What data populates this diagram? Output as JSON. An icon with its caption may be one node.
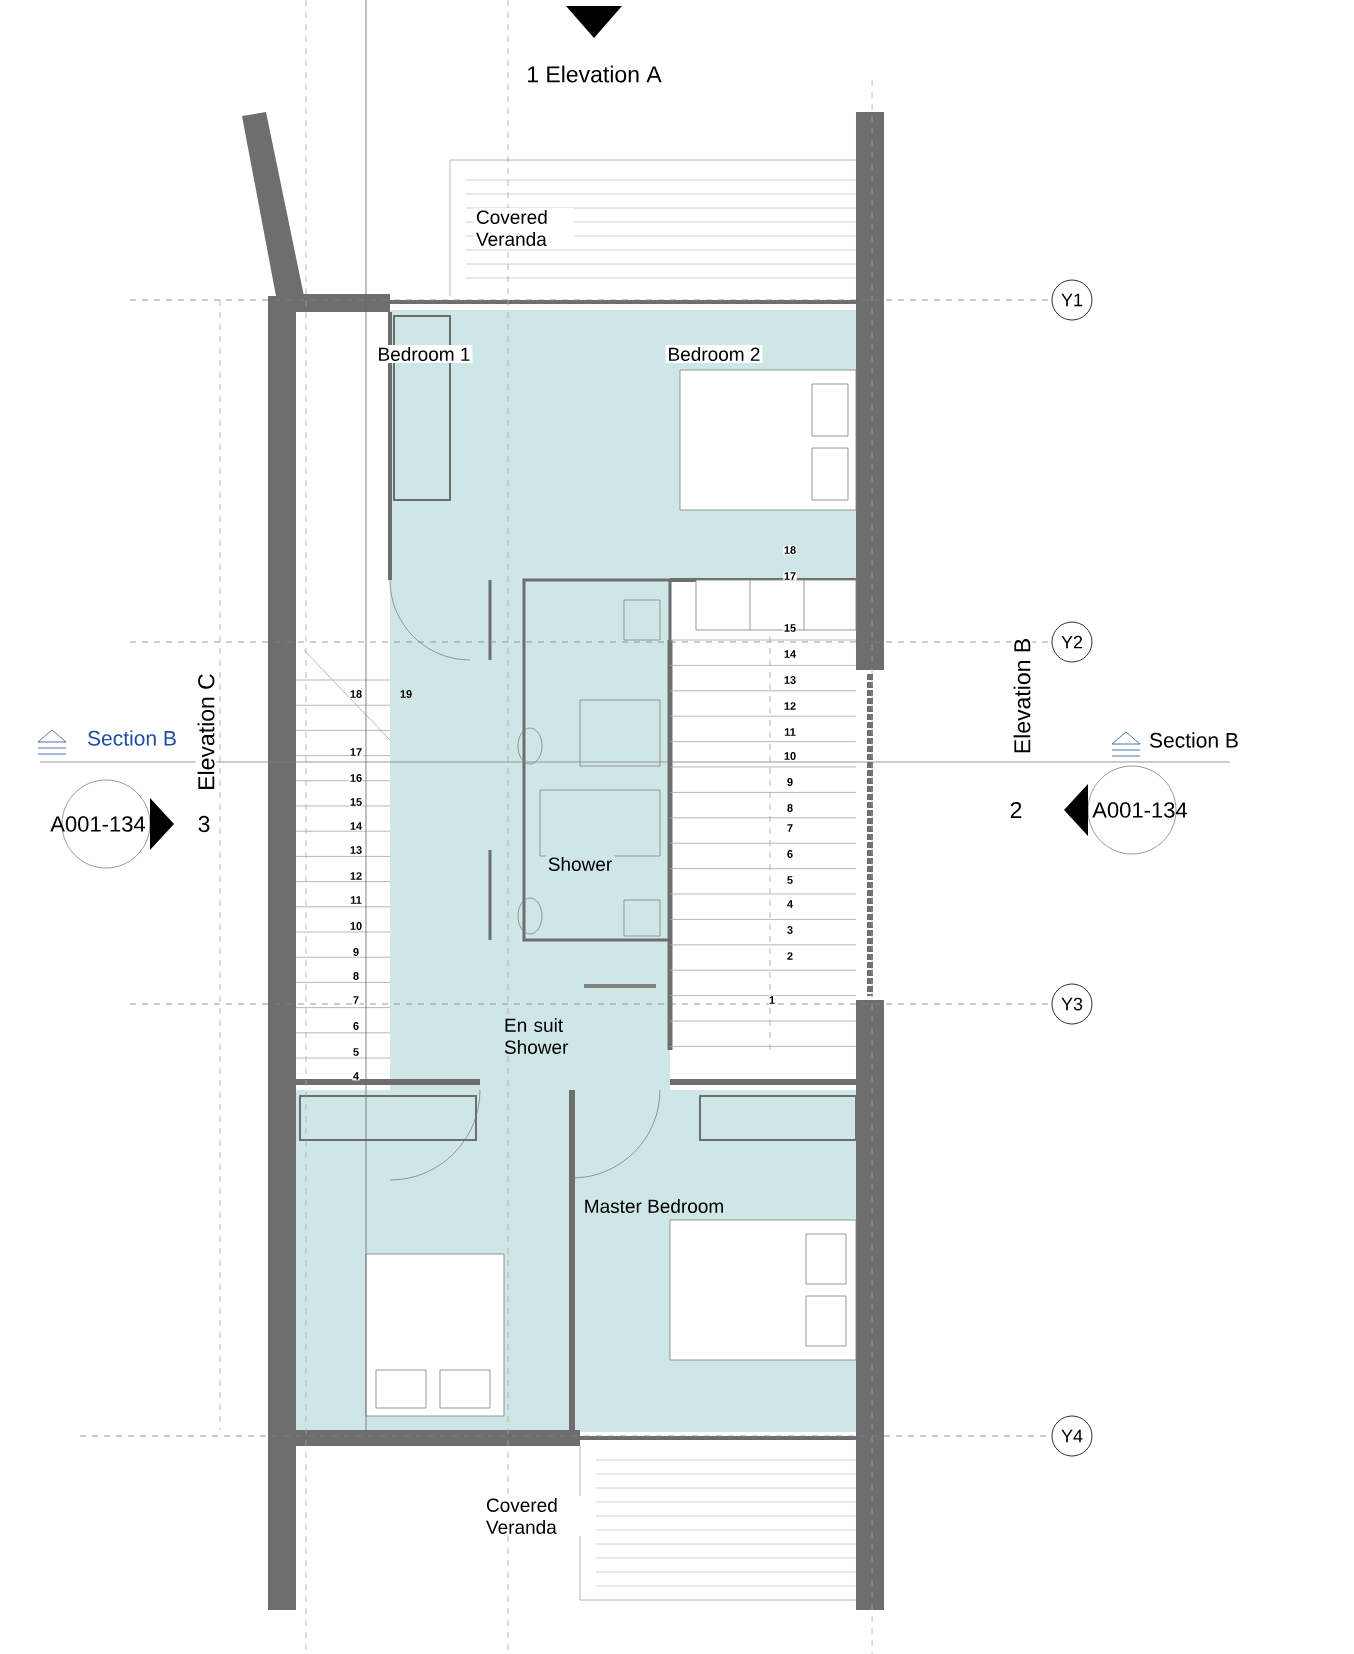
{
  "diagram": {
    "nodes": [
      {
        "text": [
          "Y1"
        ]
      },
      {
        "text": [
          "Y2"
        ]
      },
      {
        "text": [
          "Y3"
        ]
      },
      {
        "text": [
          "Y4"
        ]
      },
      {
        "text": [
          "A001-134"
        ]
      },
      {
        "text": [
          "A001-134"
        ]
      }
    ],
    "labels": [
      "1 Elevation A",
      "Covered Veranda",
      "Bedroom 1",
      "Bedroom 2",
      "18",
      "17",
      "15",
      "14",
      "13",
      "12",
      "11",
      "10",
      "9",
      "8",
      "7",
      "6",
      "5",
      "4",
      "3",
      "2",
      "Elevation B",
      "18",
      "19",
      "Elevation C",
      "Section B",
      "Section B",
      "17",
      "16",
      "15",
      "14",
      "13",
      "12",
      "11",
      "10",
      "9",
      "8",
      "7",
      "6",
      "5",
      "4",
      "3",
      "2",
      "Shower",
      "1",
      "En suit Shower",
      "Master Bedroom",
      "Covered Veranda"
    ]
  }
}
